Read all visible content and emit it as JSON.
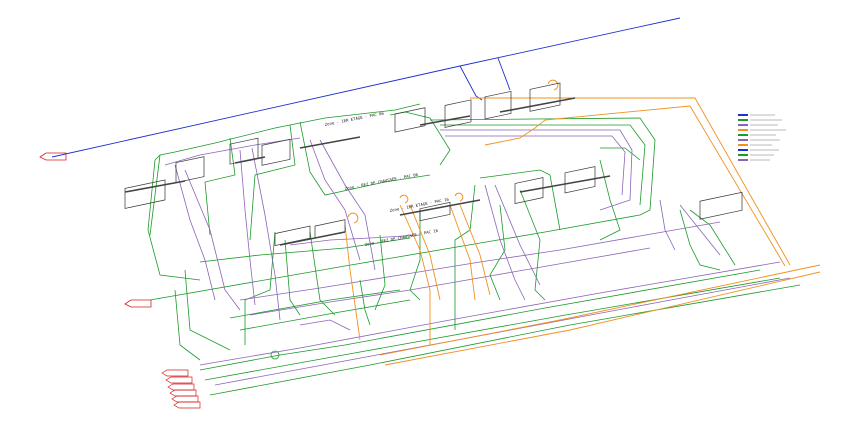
{
  "colors": {
    "background": "#ffffff",
    "water_line": "#1f2fd0",
    "green_line": "#1a9a2a",
    "purple_line": "#8a64b8",
    "orange_line": "#f09020",
    "tag_red": "#d42020",
    "equipment": "#333333"
  },
  "labels": {
    "zone_upper": "Zone - 1ER ETAGE - PAC 06",
    "zone_upper_lower": "Zone - REZ DE CHAUSSEE - PAC 06",
    "zone_lower": "Zone - 1ER ETAGE - PAC 16",
    "zone_lower_lower": "Zone - REZ DE CHAUSSEE - PAC 16"
  },
  "icons": {
    "inlet_tag": "pipe-tag-arrow-icon",
    "expansion_vessel": "expansion-loop-icon",
    "pump": "circulator-pump-icon",
    "tank": "buffer-tank-icon"
  }
}
